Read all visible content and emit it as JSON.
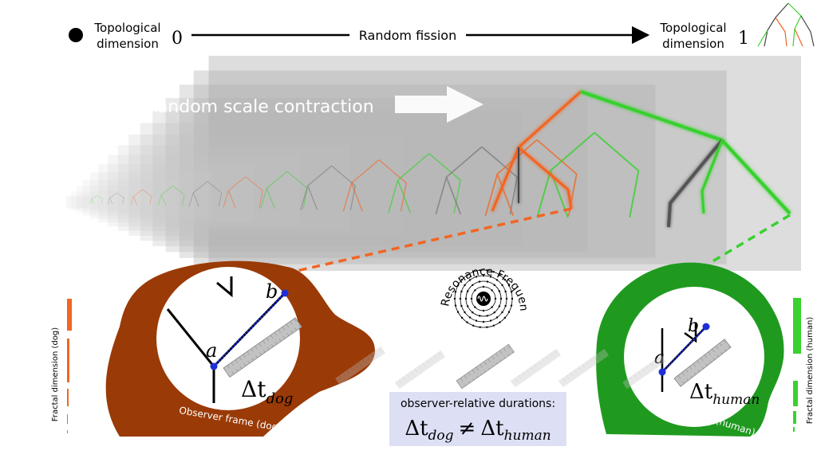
{
  "header": {
    "left_label_line1": "Topological",
    "left_label_line2": "dimension",
    "left_value": "0",
    "arrow_label": "Random fission",
    "right_label_line1": "Topological",
    "right_label_line2": "dimension",
    "right_value": "1"
  },
  "contraction": {
    "label": "Random scale contraction"
  },
  "clock": {
    "label": "Cs Resonance Frequency"
  },
  "dog": {
    "frame_label": "Observer frame (dog)",
    "point_a": "a",
    "point_b": "b",
    "duration_symbol": "Δt",
    "duration_subscript": "dog",
    "side_label": "Fractal dimension (dog)"
  },
  "human": {
    "frame_label": "Observer frame (human)",
    "point_a": "a",
    "point_b": "b",
    "duration_symbol": "Δt",
    "duration_subscript": "human",
    "side_label": "Fractal dimension (human)"
  },
  "durations": {
    "caption": "observer-relative durations:",
    "lhs_symbol": "Δt",
    "lhs_subscript": "dog",
    "relation": "≠",
    "rhs_symbol": "Δt",
    "rhs_subscript": "human"
  },
  "colors": {
    "orange": "#f26522",
    "green": "#39d12f",
    "dog_fur": "#9a3a06",
    "human_green": "#1f9a1f",
    "ruler": "#b8b8b8",
    "point": "#1f2fd8",
    "caption_box": "#dde0f5"
  }
}
